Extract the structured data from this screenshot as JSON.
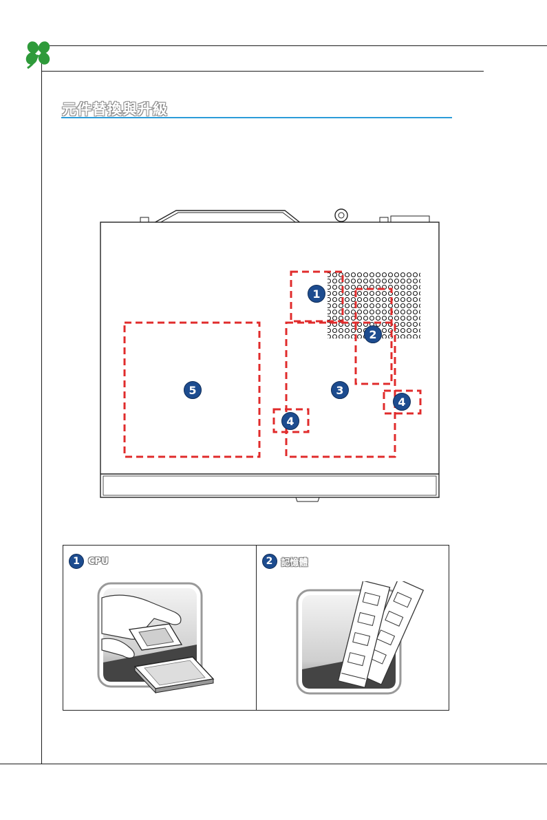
{
  "header": {
    "section_title": "元件替換與升級"
  },
  "diagram": {
    "markers": [
      {
        "id": "marker-1",
        "label": "1"
      },
      {
        "id": "marker-2",
        "label": "2"
      },
      {
        "id": "marker-3",
        "label": "3"
      },
      {
        "id": "marker-4a",
        "label": "4"
      },
      {
        "id": "marker-4b",
        "label": "4"
      },
      {
        "id": "marker-5",
        "label": "5"
      }
    ],
    "highlight_color": "#e02b2b",
    "marker_color": "#1d4c8f"
  },
  "components": [
    {
      "num": "1",
      "label": "CPU",
      "icon": "cpu-install-icon"
    },
    {
      "num": "2",
      "label": "記憶體",
      "icon": "memory-module-icon"
    }
  ],
  "colors": {
    "accent_line": "#2a9bd8",
    "logo_green": "#2e9a3a"
  }
}
